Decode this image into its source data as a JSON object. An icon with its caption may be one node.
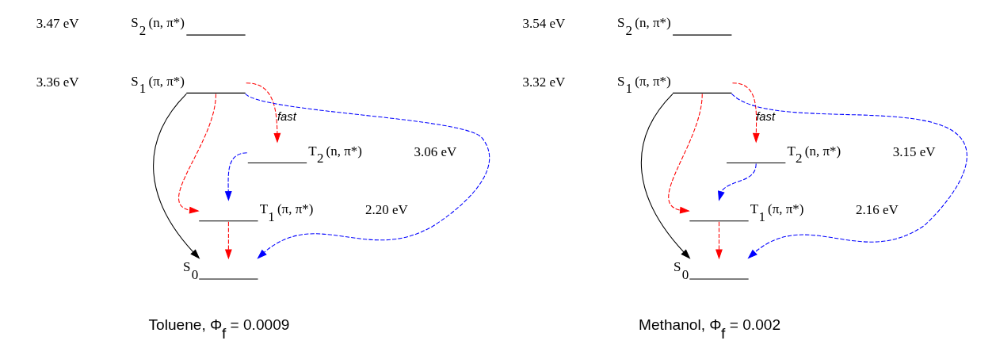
{
  "diagram": {
    "nodes": [
      {
        "text": [
          "S$_{2}$ (n, π*)"
        ],
        "beside": [
          "3.47 eV"
        ]
      },
      {
        "text": [
          "S$_{1}$ (π, π*)"
        ],
        "beside": [
          "3.36 eV"
        ]
      },
      {
        "text": [
          "T$_{2}$ (n, π*)"
        ],
        "beside": [
          "3.06 eV"
        ]
      },
      {
        "text": [
          "T$_{1}$ (π, π*)"
        ],
        "beside": [
          "2.20 eV"
        ]
      },
      {
        "text": [
          "S$_{0}$"
        ]
      },
      {
        "text": [
          "S$_{2}$ (n, π*)"
        ],
        "beside": [
          "3.54 eV"
        ]
      },
      {
        "text": [
          "S$_{1}$ (π, π*)"
        ],
        "beside": [
          "3.32 eV"
        ]
      },
      {
        "text": [
          "T$_{2}$ (n, π*)"
        ],
        "beside": [
          "3.15 eV"
        ]
      },
      {
        "text": [
          "T$_{1}$ (π, π*)"
        ],
        "beside": [
          "2.16 eV"
        ]
      },
      {
        "text": [
          "S$_{0}$"
        ]
      }
    ],
    "edges": [
      {
        "from": 1,
        "to": 4,
        "arrow": "to",
        "color": "#000000"
      },
      {
        "from": 1,
        "to": 4,
        "arrow": "to",
        "style": "dashed",
        "color": "#0000ff"
      },
      {
        "from": 1,
        "to": 2,
        "arrow": "to",
        "style": "dashed",
        "color": "#ff0000",
        "label": "fast"
      },
      {
        "from": 1,
        "to": 3,
        "arrow": "to",
        "style": "dashed",
        "color": "#ff0000"
      },
      {
        "from": 2,
        "to": 3,
        "arrow": "to",
        "style": "dashed",
        "color": "#0000ff"
      },
      {
        "from": 3,
        "to": 4,
        "arrow": "to",
        "style": "dashed",
        "color": "#ff0000"
      },
      {
        "from": 6,
        "to": 9,
        "arrow": "to",
        "color": "#000000"
      },
      {
        "from": 6,
        "to": 9,
        "arrow": "to",
        "style": "dashed",
        "color": "#0000ff"
      },
      {
        "from": 6,
        "to": 7,
        "arrow": "to",
        "style": "dashed",
        "color": "#ff0000",
        "label": "fast"
      },
      {
        "from": 6,
        "to": 8,
        "arrow": "to",
        "style": "dashed",
        "color": "#ff0000"
      },
      {
        "from": 7,
        "to": 8,
        "arrow": "to",
        "style": "dashed",
        "color": "#0000ff"
      },
      {
        "from": 8,
        "to": 9,
        "arrow": "to",
        "style": "dashed",
        "color": "#ff0000"
      }
    ],
    "labels": [
      "Toluene, Φ$_{f}$ = 0.0009",
      "Methanol, Φ$_{f}$ = 0.002"
    ]
  }
}
